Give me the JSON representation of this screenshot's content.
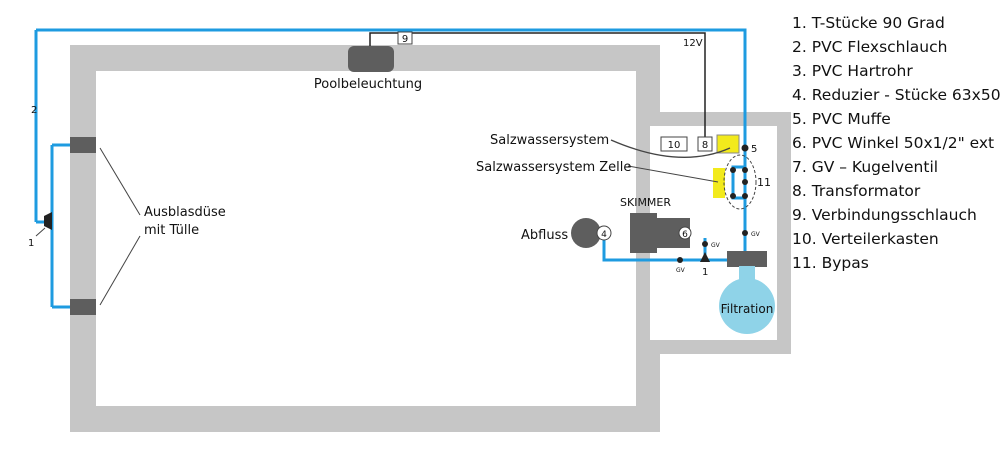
{
  "labels": {
    "pool_light": "Poolbeleuchtung",
    "jets_line1": "Ausblasdüse",
    "jets_line2": "mit Tülle",
    "salt_system": "Salzwassersystem",
    "salt_cell": "Salzwassersystem Zelle",
    "skimmer": "SKIMMER",
    "drain": "Abfluss",
    "filter": "Filtration",
    "voltage": "12V",
    "gate_valve": "GV"
  },
  "markers": {
    "tee_left": "1",
    "tee_bottom": "1",
    "hose": "2",
    "reducer": "4",
    "sleeve": "5",
    "elbow": "6",
    "transformer": "8",
    "connection_hose": "9",
    "distribution_box": "10",
    "bypass": "11"
  },
  "legend": [
    "1. T-Stücke 90 Grad",
    "2. PVC Flexschlauch",
    "3. PVC Hartrohr",
    "4. Reduzier - Stücke 63x50",
    "5. PVC Muffe",
    "6. PVC Winkel 50x1/2\" ext",
    "7. GV – Kugelventil",
    "8. Transformator",
    "9. Verbindungsschlauch",
    "10. Verteilerkasten",
    "11. Bypas"
  ],
  "colors": {
    "pool_wall": "#c6c6c6",
    "pipe": "#1e9be0",
    "equipment": "#5e5e5e",
    "filter": "#8fd3e8",
    "salt_cell": "#f2ea1c",
    "wire": "#222222"
  }
}
